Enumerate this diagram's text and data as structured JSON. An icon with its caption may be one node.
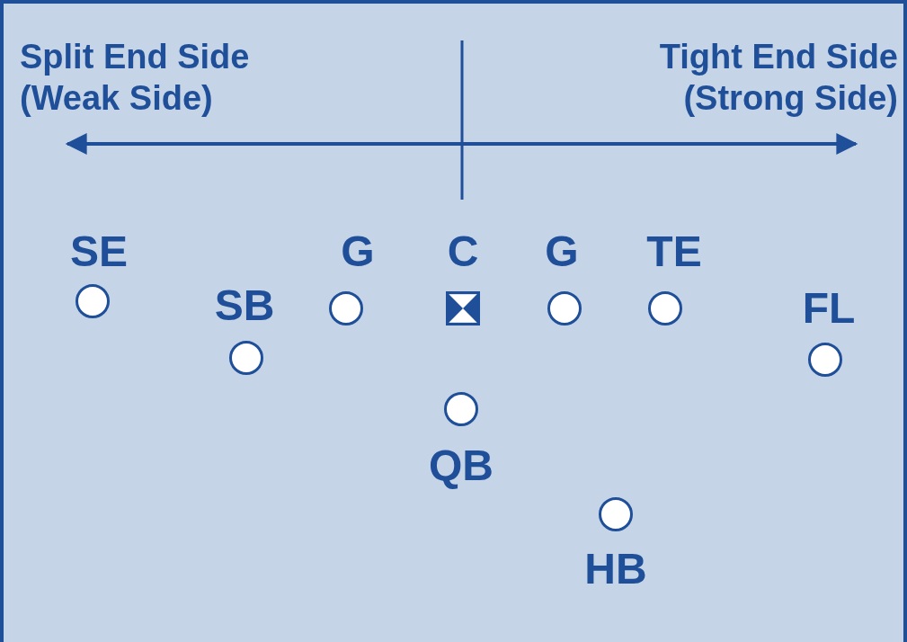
{
  "diagram": {
    "nodes": [
      {
        "text": [],
        "shape": "circle",
        "beside": [
          "SE"
        ]
      },
      {
        "text": [],
        "shape": "circle",
        "beside": [
          "G"
        ]
      },
      {
        "text": [],
        "shape": "box",
        "beside": [
          "C"
        ]
      },
      {
        "text": [],
        "shape": "circle",
        "beside": [
          "G"
        ]
      },
      {
        "text": [],
        "shape": "circle",
        "beside": [
          "TE"
        ]
      },
      {
        "text": [],
        "shape": "circle",
        "beside": [
          "SB"
        ]
      },
      {
        "text": [],
        "shape": "circle",
        "beside": [
          "FL"
        ]
      },
      {
        "text": [],
        "shape": "circle",
        "beside": [
          "QB"
        ]
      },
      {
        "text": [],
        "shape": "circle",
        "beside": [
          "HB"
        ]
      }
    ],
    "labels": [
      "Split End Side (Weak Side)",
      "Tight End Side (Strong Side)"
    ]
  }
}
